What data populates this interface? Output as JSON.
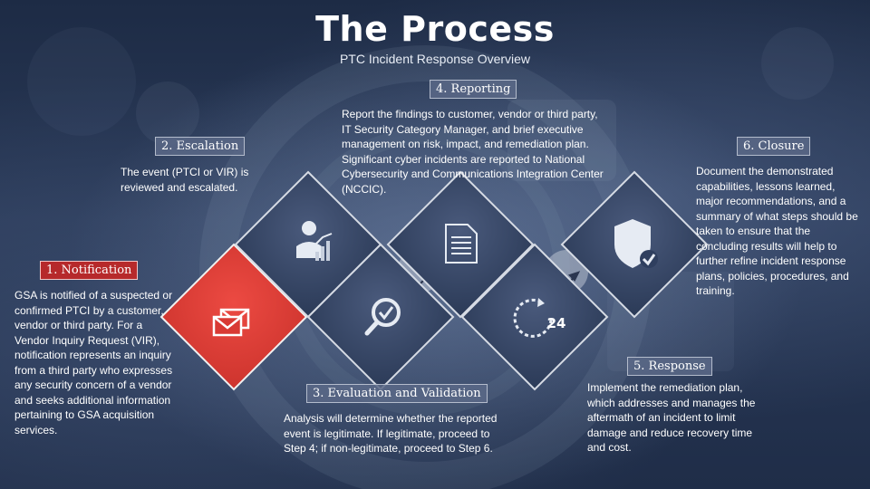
{
  "title": "The Process",
  "subtitle": "PTC Incident Response Overview",
  "steps": [
    {
      "label": "1. Notification",
      "text": "GSA is notified of a suspected or confirmed PTCI by a customer, vendor or third party.  For a Vendor Inquiry Request (VIR), notification represents an inquiry from a third party who expresses any security concern of a vendor and seeks additional information pertaining to GSA acquisition services.",
      "icon": "envelopes-icon"
    },
    {
      "label": "2. Escalation",
      "text": "The event (PTCI or VIR) is reviewed and escalated.",
      "icon": "manager-chart-icon"
    },
    {
      "label": "3. Evaluation and Validation",
      "text": "Analysis will determine whether the reported event is legitimate.  If legitimate, proceed to Step 4; if non-legitimate, proceed to Step 6.",
      "icon": "magnifier-check-icon"
    },
    {
      "label": "4. Reporting",
      "text": "Report the findings to customer, vendor or third party, IT Security Category Manager, and brief executive management on risk, impact, and remediation plan.  Significant cyber incidents are reported to National Cybersecurity and Communications Integration Center (NCCIC).",
      "icon": "document-icon"
    },
    {
      "label": "5. Response",
      "text": "Implement the remediation plan, which addresses and manages the aftermath of an incident to limit damage and reduce recovery time and cost.",
      "icon": "clock-24-icon",
      "icon_text": "24"
    },
    {
      "label": "6. Closure",
      "text": "Document the demonstrated capabilities, lessons learned, major recommendations, and a summary of what steps should be taken to ensure that the concluding results will help to further refine incident response plans, policies, procedures,  and training.",
      "icon": "shield-check-icon"
    }
  ],
  "colors": {
    "notification_red": "#d93a34",
    "node_fill": "#2f3f5f",
    "node_border": "#c9d0dc",
    "connector": "#b9c1cf"
  }
}
